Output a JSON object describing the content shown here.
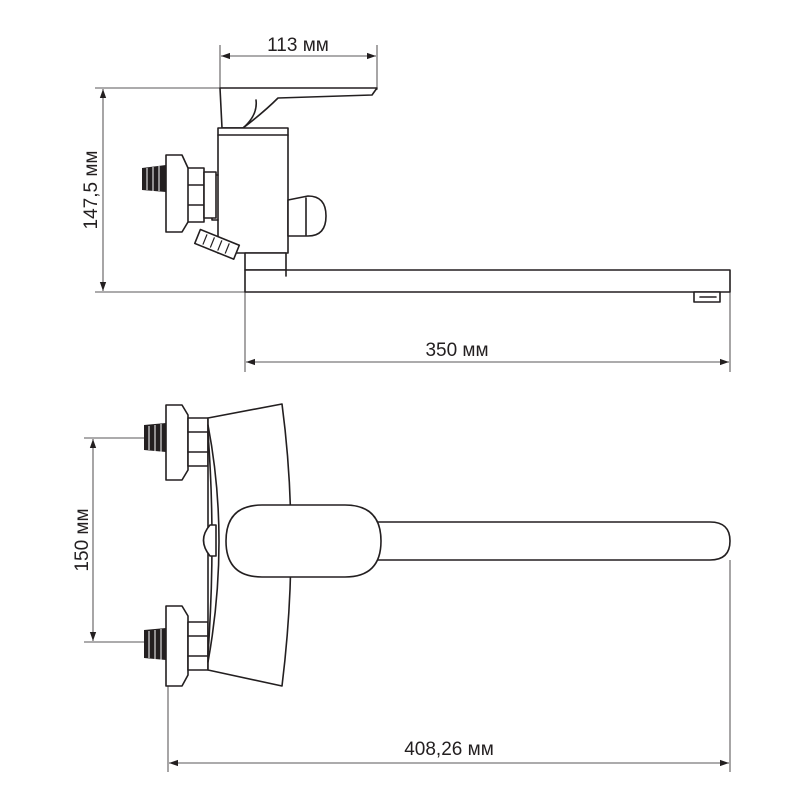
{
  "side_view": {
    "dim_handle": "113 мм",
    "dim_height": "147,5 мм",
    "dim_spout": "350 мм"
  },
  "top_view": {
    "dim_inlets": "150 мм",
    "dim_total": "408,26 мм"
  }
}
